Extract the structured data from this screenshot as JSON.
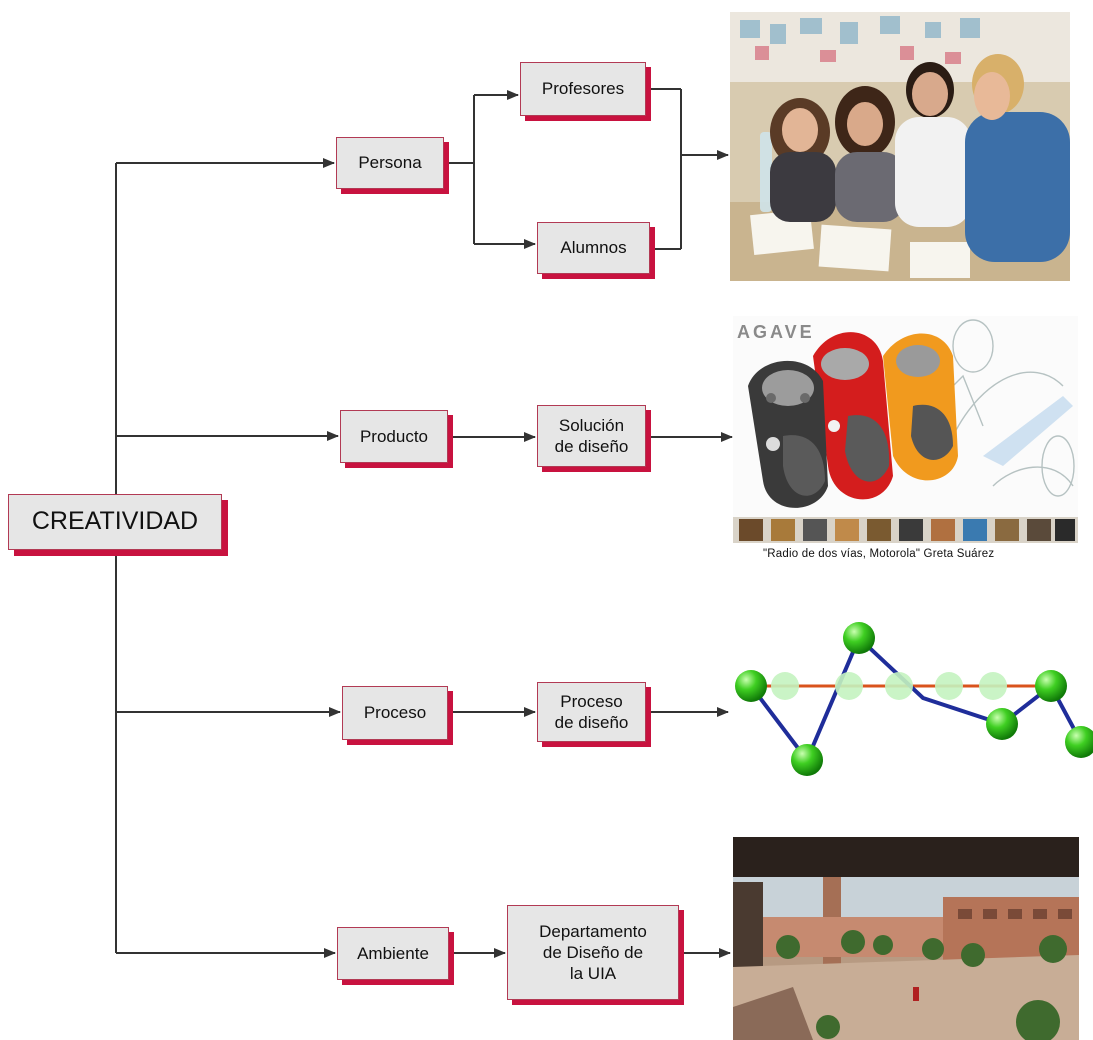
{
  "root": {
    "label": "CREATIVIDAD"
  },
  "nodes": {
    "persona": "Persona",
    "profesores": "Profesores",
    "alumnos": "Alumnos",
    "producto": "Producto",
    "solucion": "Solución\nde diseño",
    "proceso": "Proceso",
    "proceso_diseno": "Proceso\nde diseño",
    "ambiente": "Ambiente",
    "departamento": "Departamento\nde Diseño de\nla UIA"
  },
  "images": {
    "students_photo": {
      "icon": "students-photo-icon"
    },
    "product_photo": {
      "icon": "radio-product-icon",
      "brand_text": "AGAVE",
      "caption": "\"Radio de dos vías, Motorola\" Greta Suárez"
    },
    "process_graph": {
      "icon": "process-graph-icon"
    },
    "campus_photo": {
      "icon": "campus-photo-icon"
    }
  },
  "colors": {
    "accent": "#c8123f",
    "node_fill": "#e6e6e6",
    "connector": "#333333",
    "graph_node": "#2ab51a",
    "graph_edge_blue": "#1f2d9a",
    "graph_edge_orange": "#d9531c"
  }
}
